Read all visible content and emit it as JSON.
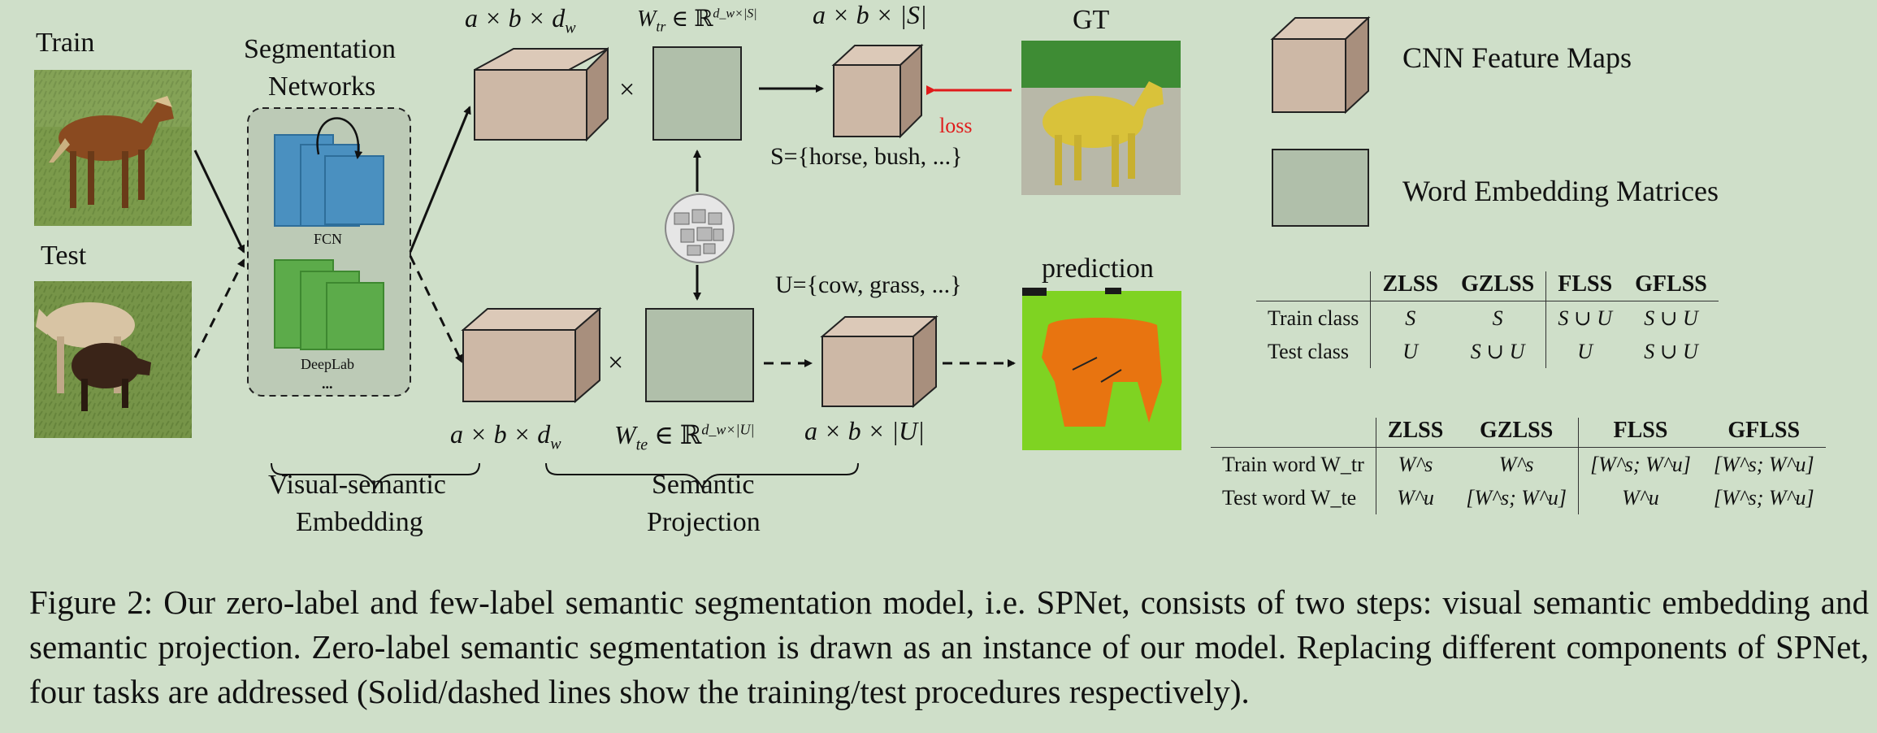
{
  "labels": {
    "train": "Train",
    "test": "Test",
    "seg_networks_line1": "Segmentation",
    "seg_networks_line2": "Networks",
    "fcn": "FCN",
    "deeplab": "DeepLab",
    "more": "...",
    "visual_semantic_line1": "Visual-semantic",
    "visual_semantic_line2": "Embedding",
    "semantic_proj_line1": "Semantic",
    "semantic_proj_line2": "Projection",
    "gt": "GT",
    "prediction": "prediction",
    "loss": "loss",
    "times": "×"
  },
  "math": {
    "top_feat": "a × b × d",
    "top_feat_sub": "w",
    "wtr": "W",
    "wtr_sub": "tr",
    "wtr_rest": " ∈ ℝ",
    "wtr_sup": "d_w×|S|",
    "top_out": "a × b × |S|",
    "seen_set": "S={horse, bush, ...}",
    "unseen_set": "U={cow, grass, ...}",
    "bot_feat": "a × b × d",
    "bot_feat_sub": "w",
    "wte": "W",
    "wte_sub": "te",
    "wte_rest": " ∈ ℝ",
    "wte_sup": "d_w×|U|",
    "bot_out": "a × b × |U|"
  },
  "legend": {
    "cnn": "CNN Feature Maps",
    "word": "Word Embedding Matrices"
  },
  "table1": {
    "headers": [
      "",
      "ZLSS",
      "GZLSS",
      "FLSS",
      "GFLSS"
    ],
    "rows": [
      [
        "Train class",
        "S",
        "S",
        "S ∪ U",
        "S ∪ U"
      ],
      [
        "Test class",
        "U",
        "S ∪ U",
        "U",
        "S ∪ U"
      ]
    ]
  },
  "table2": {
    "headers": [
      "",
      "ZLSS",
      "GZLSS",
      "FLSS",
      "GFLSS"
    ],
    "rows": [
      [
        "Train word W_tr",
        "W^s",
        "W^s",
        "[W^s; W^u]",
        "[W^s; W^u]"
      ],
      [
        "Test word W_te",
        "W^u",
        "[W^s; W^u]",
        "W^u",
        "[W^s; W^u]"
      ]
    ]
  },
  "caption": "Figure 2: Our zero-label and few-label semantic segmentation model, i.e. SPNet, consists of two steps: visual semantic embedding and semantic projection. Zero-label semantic segmentation is drawn as an instance of our model. Replacing different components of SPNet, four tasks are addressed (Solid/dashed lines show the training/test procedures respectively).",
  "colors": {
    "background": "#cfdfc9",
    "feature_map": "#cdb8a6",
    "word_matrix": "#b0bfaa",
    "fcn_blue": "#4a90c0",
    "deeplab_green": "#5cab4a",
    "loss_red": "#e01a1a"
  }
}
